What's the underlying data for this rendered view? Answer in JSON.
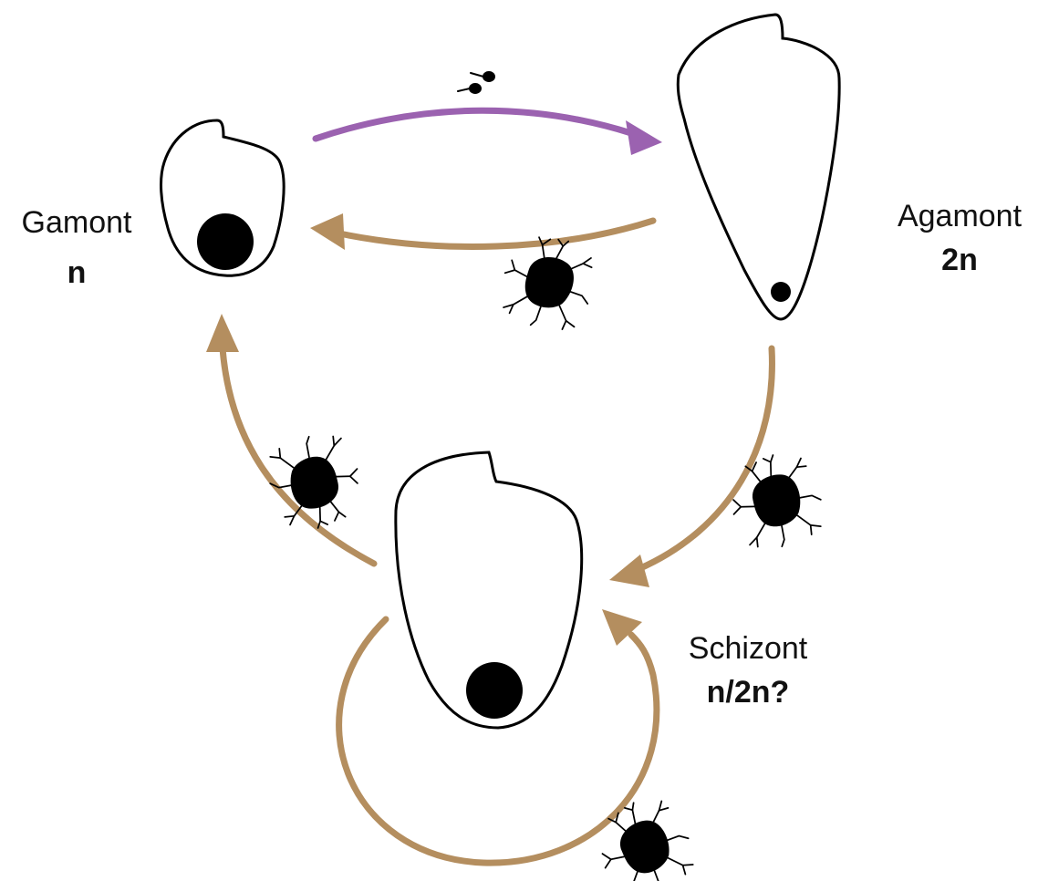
{
  "stages": {
    "gamont": {
      "name": "Gamont",
      "ploidy": "n"
    },
    "agamont": {
      "name": "Agamont",
      "ploidy": "2n"
    },
    "schizont": {
      "name": "Schizont",
      "ploidy": "n/2n?"
    }
  },
  "colors": {
    "sexual_arrow": "#9b62b0",
    "asexual_arrow": "#b48e5f",
    "outline": "#000000",
    "nucleus": "#000000",
    "background": "#ffffff"
  },
  "icons": {
    "gametes": "gametes-icon",
    "offspring": "offspring-icon"
  }
}
